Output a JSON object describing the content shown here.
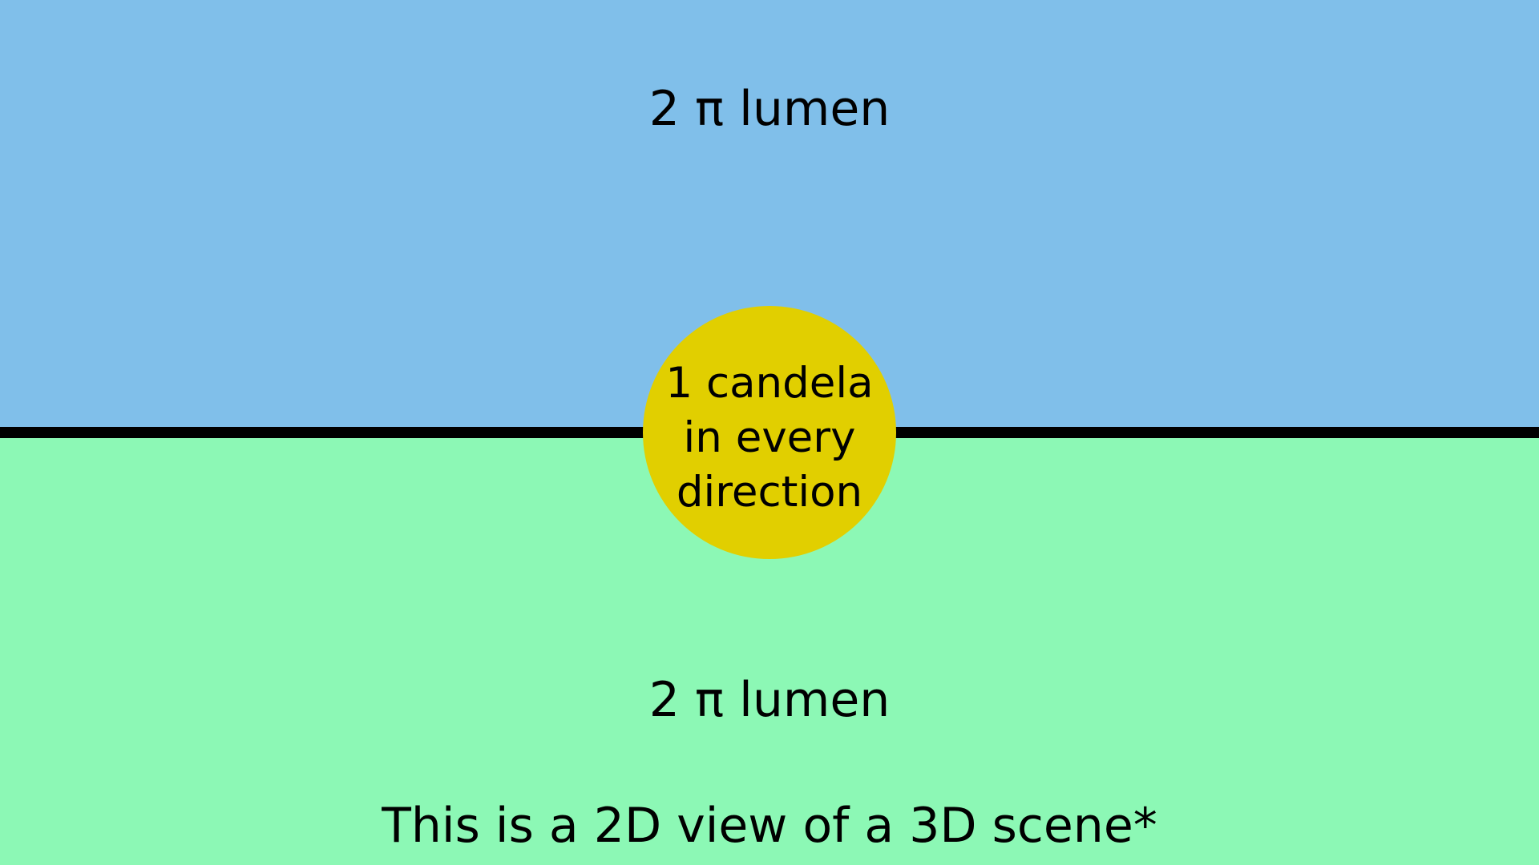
{
  "regions": {
    "upper": {
      "label": "2 π lumen",
      "color": "#80bfea"
    },
    "lower": {
      "label": "2 π lumen",
      "color": "#8cf8b5"
    }
  },
  "source": {
    "lines": [
      "1 candela",
      "in every",
      "direction"
    ],
    "color": "#e1cf00"
  },
  "divider_color": "#000000",
  "note": "This is a 2D view of a 3D scene*"
}
